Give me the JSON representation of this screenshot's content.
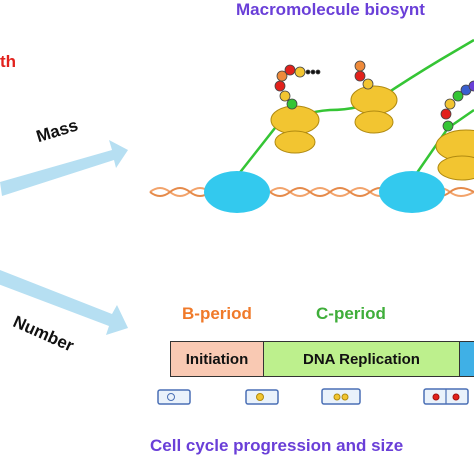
{
  "header": {
    "title": "Macromolecule biosynt"
  },
  "left": {
    "fragment_label": "th"
  },
  "arrows": {
    "mass_label": "Mass",
    "number_label": "Number"
  },
  "periods": {
    "b_label": "B-period",
    "c_label": "C-period"
  },
  "cell_cycle_bar": {
    "initiation_label": "Initiation",
    "replication_label": "DNA Replication"
  },
  "caption": "Cell cycle progression and size",
  "colors": {
    "title": "#6a3fd8",
    "fragment": "#e2211c",
    "b_period": "#f07a2a",
    "c_period": "#3fae3a",
    "initiation_fill": "#f9c9b3",
    "replication_fill": "#bdf08d",
    "d_segment_fill": "#3fb0e6",
    "arrow": "#b6dff2",
    "ribosome": "#f2c531",
    "polymerase": "#33c9ee",
    "mrna": "#35c535"
  },
  "icons": [
    "ribosome-icon",
    "rna-polymerase-icon",
    "dna-helix-icon",
    "amino-acid-chain-icon",
    "cell-icon"
  ]
}
